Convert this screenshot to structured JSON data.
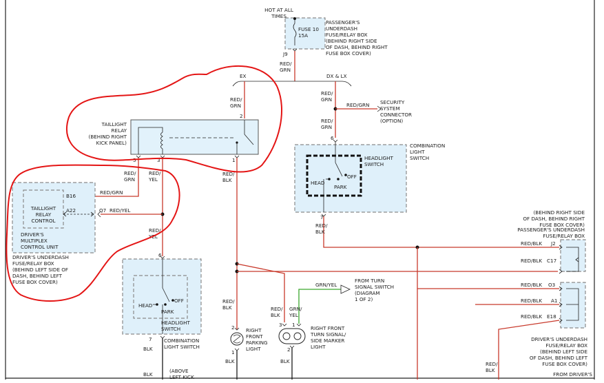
{
  "fuse_box_top": {
    "hot": [
      "HOT AT ALL",
      "TIMES"
    ],
    "fuse": [
      "FUSE 10",
      "15A"
    ],
    "location": [
      "PASSENGER'S",
      "UNDERDASH",
      "FUSE/RELAY BOX",
      "(BEHIND RIGHT SIDE",
      "OF DASH, BEHIND RIGHT",
      "FUSE BOX COVER)"
    ],
    "pin": "J9"
  },
  "wires": {
    "red_grn": [
      "RED/",
      "GRN"
    ],
    "red_grn_inline": "RED/GRN",
    "red_yel": [
      "RED/",
      "YEL"
    ],
    "red_yel_inline": "RED/YEL",
    "red_blk": [
      "RED/",
      "BLK"
    ],
    "red_blk_inline": "RED/BLK",
    "grn_yel": [
      "GRN/",
      "YEL"
    ],
    "grn_yel_inline": "GRN/YEL",
    "blk": "BLK"
  },
  "variants": {
    "ex": "EX",
    "dx_lx": "DX & LX"
  },
  "security": [
    "SECURITY",
    "SYSTEM",
    "CONNECTOR",
    "(OPTION)"
  ],
  "taillight_relay": {
    "label": [
      "TAILLIGHT",
      "RELAY",
      "(BEHIND RIGHT",
      "KICK PANEL)"
    ],
    "pins": [
      "2",
      "5",
      "3",
      "1"
    ]
  },
  "combo_switch_right": {
    "label": [
      "COMBINATION",
      "LIGHT",
      "SWITCH"
    ],
    "headlight": [
      "HEADLIGHT",
      "SWITCH"
    ],
    "positions": {
      "head": "HEAD",
      "park": "PARK",
      "off": "OFF"
    },
    "pins": [
      "6",
      "7"
    ]
  },
  "driver_mpcu": {
    "inner": [
      "TAILLIGHT",
      "RELAY",
      "CONTROL"
    ],
    "label": [
      "DRIVER'S",
      "MULTIPLEX",
      "CONTROL UNIT"
    ],
    "pins": [
      "B16",
      "A22",
      "Q7"
    ],
    "location": [
      "DRIVER'S UNDERDASH",
      "FUSE/RELAY BOX",
      "(BEHIND LEFT SIDE OF",
      "DASH, BEHIND LEFT",
      "FUSE BOX COVER)"
    ]
  },
  "combo_switch_left": {
    "label": [
      "COMBINATION",
      "LIGHT SWITCH"
    ],
    "headlight": [
      "HEADLIGHT",
      "SWITCH"
    ],
    "positions": {
      "head": "HEAD",
      "park": "PARK",
      "off": "OFF"
    },
    "pins": [
      "6",
      "7"
    ],
    "ground_note": [
      "(ABOVE",
      "LEFT KICK"
    ]
  },
  "right_parking": {
    "label": [
      "RIGHT",
      "FRONT",
      "PARKING",
      "LIGHT"
    ],
    "pins": [
      "2",
      "1"
    ]
  },
  "right_turn": {
    "label": [
      "RIGHT FRONT",
      "TURN SIGNAL/",
      "SIDE MARKER",
      "LIGHT"
    ],
    "pins": [
      "3",
      "1",
      "2"
    ],
    "from": [
      "FROM TURN",
      "SIGNAL SWITCH",
      "(DIAGRAM",
      "1 OF 2)"
    ]
  },
  "passenger_box_right": {
    "location": [
      "(BEHIND RIGHT SIDE",
      "OF DASH, BEHIND RIGHT",
      "FUSE BOX COVER)",
      "PASSENGER'S UNDERDASH",
      "FUSE/RELAY BOX"
    ],
    "pins": [
      "J2",
      "C17"
    ]
  },
  "driver_box_right": {
    "location": [
      "DRIVER'S UNDERDASH",
      "FUSE/RELAY BOX",
      "(BEHIND LEFT SIDE",
      "OF DASH, BEHIND LEFT",
      "FUSE BOX COVER)"
    ],
    "pins": [
      "O3",
      "A1",
      "E18"
    ],
    "from": "FROM DRIVER'S"
  }
}
